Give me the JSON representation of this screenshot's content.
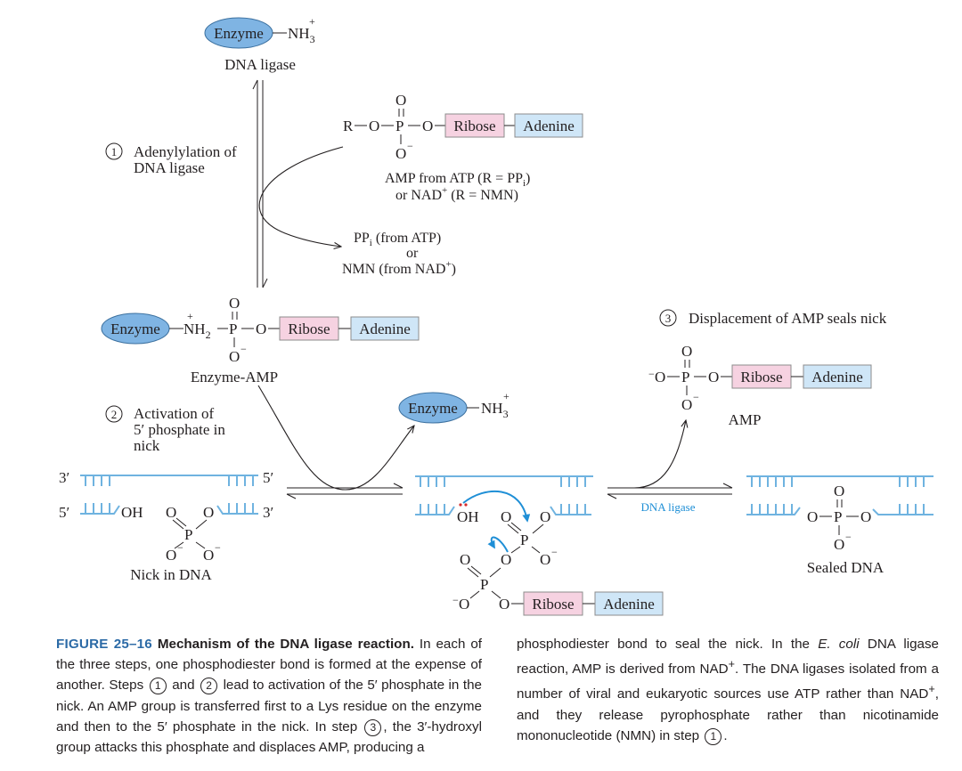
{
  "colors": {
    "enzyme_fill": "#7fb4e3",
    "ribose_fill": "#f6d2e1",
    "adenine_fill": "#cfe6f7",
    "dna_blue": "#6fb3e0",
    "arrow_blue": "#1f8fd6",
    "electron_red": "#d62b2b",
    "text": "#231f20",
    "figure_label": "#2b6aa6"
  },
  "labels": {
    "enzyme": "Enzyme",
    "nh3": "NH",
    "nh3_sub": "3",
    "nh3_sup": "+",
    "nh2": "NH",
    "nh2_sub": "2",
    "dna_ligase_top": "DNA ligase",
    "ribose": "Ribose",
    "adenine": "Adenine",
    "amp_from_atp_line1": "AMP from ATP (R = PP",
    "amp_from_atp_i": "i",
    "amp_from_atp_close": ")",
    "amp_from_nad_line2": "or NAD",
    "amp_from_nad_rest": " (R = NMN)",
    "ppi_line1": "PP",
    "ppi_line1_rest": " (from ATP)",
    "ppi_or": "or",
    "ppi_line3": "NMN (from NAD",
    "ppi_line3_close": ")",
    "step1_num": "1",
    "step1_line1": "Adenylylation of",
    "step1_line2": "DNA ligase",
    "enzyme_amp": "Enzyme-AMP",
    "step2_num": "2",
    "step2_line1": "Activation of",
    "step2_line2": "5′ phosphate in",
    "step2_line3": "nick",
    "step3_num": "3",
    "step3_text": "Displacement of AMP seals nick",
    "amp": "AMP",
    "nick_in_dna": "Nick in DNA",
    "sealed_dna": "Sealed DNA",
    "dna_ligase_small": "DNA ligase",
    "three_prime": "3′",
    "five_prime": "5′",
    "oh": "OH",
    "o": "O",
    "p": "P",
    "r": "R",
    "o_minus": "O",
    "minus": "−",
    "plus": "+"
  },
  "caption": {
    "figure_label": "FIGURE 25–16",
    "title": "Mechanism of the DNA ligase reaction.",
    "left_p1": "In each of the three steps, one phosphodiester bond is formed at the expense of another. Steps",
    "left_p2": "and",
    "left_p3": "lead to activation of the 5′ phosphate in the nick. An AMP group is transferred first to a Lys residue on the enzyme and then to the 5′ phosphate in the nick. In step",
    "left_p4": ", the 3′-hydroxyl group attacks this phosphate and displaces AMP, producing a",
    "right_p1": "phosphodiester bond to seal the nick. In the",
    "right_ecoli": "E. coli",
    "right_p2": "DNA ligase reaction, AMP is derived from NAD",
    "right_p3": ". The DNA ligases isolated from a number of viral and eukaryotic sources use ATP rather than NAD",
    "right_p4": ", and they release pyrophosphate rather than nicotinamide mononucleotide (NMN) in step",
    "step_1": "1",
    "step_2": "2",
    "step_3": "3",
    "plus": "+",
    "period": "."
  }
}
